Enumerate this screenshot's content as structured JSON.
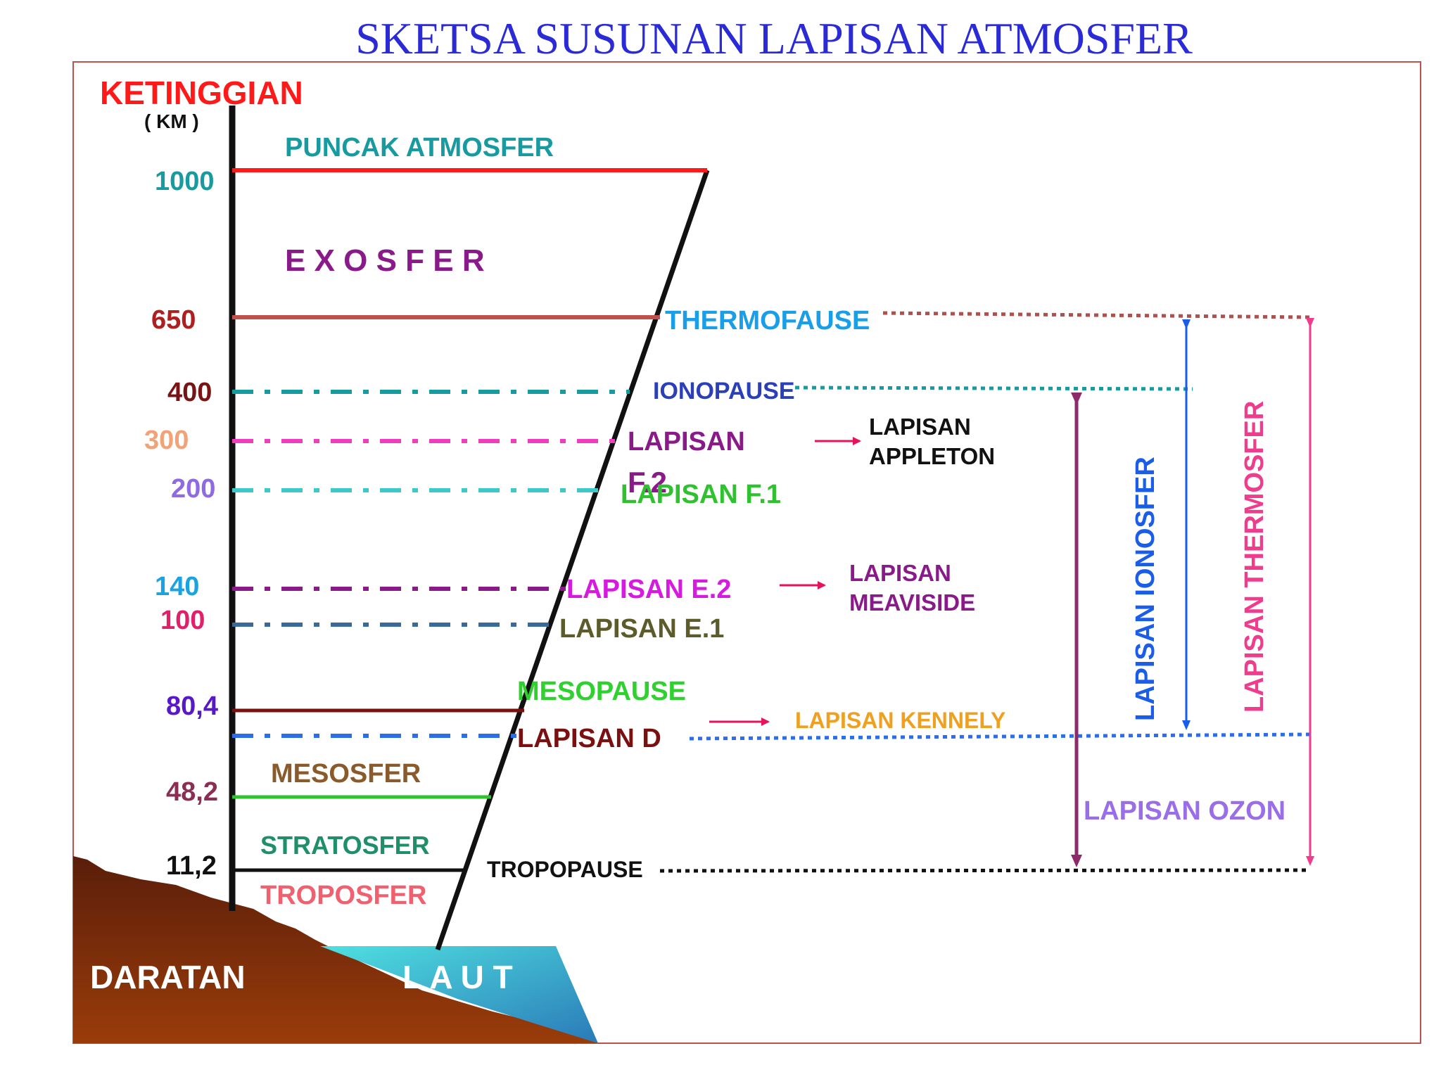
{
  "title": "SKETSA  SUSUNAN LAPISAN  ATMOSFER",
  "axis": {
    "label": "KETINGGIAN",
    "unit": "( KM )"
  },
  "altitudes": [
    {
      "label": "1000",
      "color": "#179ba0"
    },
    {
      "label": "650",
      "color": "#b01e1e"
    },
    {
      "label": "400",
      "color": "#7a1414"
    },
    {
      "label": "300",
      "color": "#f2a277"
    },
    {
      "label": "200",
      "color": "#8e6ae3"
    },
    {
      "label": "140",
      "color": "#1aa3e0"
    },
    {
      "label": "100",
      "color": "#e0206a"
    },
    {
      "label": "80,4",
      "color": "#5a17c9"
    },
    {
      "label": "48,2",
      "color": "#8c2e54"
    },
    {
      "label": "11,2",
      "color": "#111111"
    }
  ],
  "layers": {
    "puncak": "PUNCAK ATMOSFER",
    "exosfer": "E X O S F E R",
    "thermofause": "THERMOFAUSE",
    "ionopause": "IONOPAUSE",
    "f2_a": "LAPISAN",
    "f2_b": "F.2",
    "f1": "LAPISAN  F.1",
    "e2": "LAPISAN  E.2",
    "e1": "LAPISAN  E.1",
    "mesopause": "MESOPAUSE",
    "d": "LAPISAN  D",
    "mesosfer": "MESOSFER",
    "stratosfer": "STRATOSFER",
    "tropopause": "TROPOPAUSE",
    "troposfer": "TROPOSFER"
  },
  "annotations": {
    "appleton_a": "LAPISAN",
    "appleton_b": "APPLETON",
    "meaviside_a": "LAPISAN",
    "meaviside_b": "MEAVISIDE",
    "kennely": "LAPISAN   KENNELY",
    "ionosfer": "LAPISAN IONOSFER",
    "thermosfer": "LAPISAN THERMOSFER",
    "ozon": "LAPISAN OZON"
  },
  "ground": {
    "land": "DARATAN",
    "sea": "L A U T"
  },
  "colors": {
    "title": "#2a2ad6",
    "axis_label": "#ff1a1a",
    "frame": "#c0504d",
    "teal": "#179ba0",
    "purple": "#8a1a8a",
    "thermo_blue": "#1a9ee8",
    "iono_blue": "#2a3fb8",
    "green": "#2fc22f",
    "magenta": "#d61ae0",
    "olive": "#5c5c2a",
    "mesopause_green": "#2ed12e",
    "dark_red": "#7a1010",
    "brown": "#8a5a2a",
    "strato_teal": "#1f8f6a",
    "tropo_pink": "#f0606e",
    "orange": "#f0a020",
    "ionosfer_blue": "#1a5de8",
    "thermosfer_pink": "#f03c8c",
    "ozon_violet": "#9a6ee8",
    "arrow_pink": "#e8125a",
    "ozon_arrow": "#8c2a6a"
  }
}
